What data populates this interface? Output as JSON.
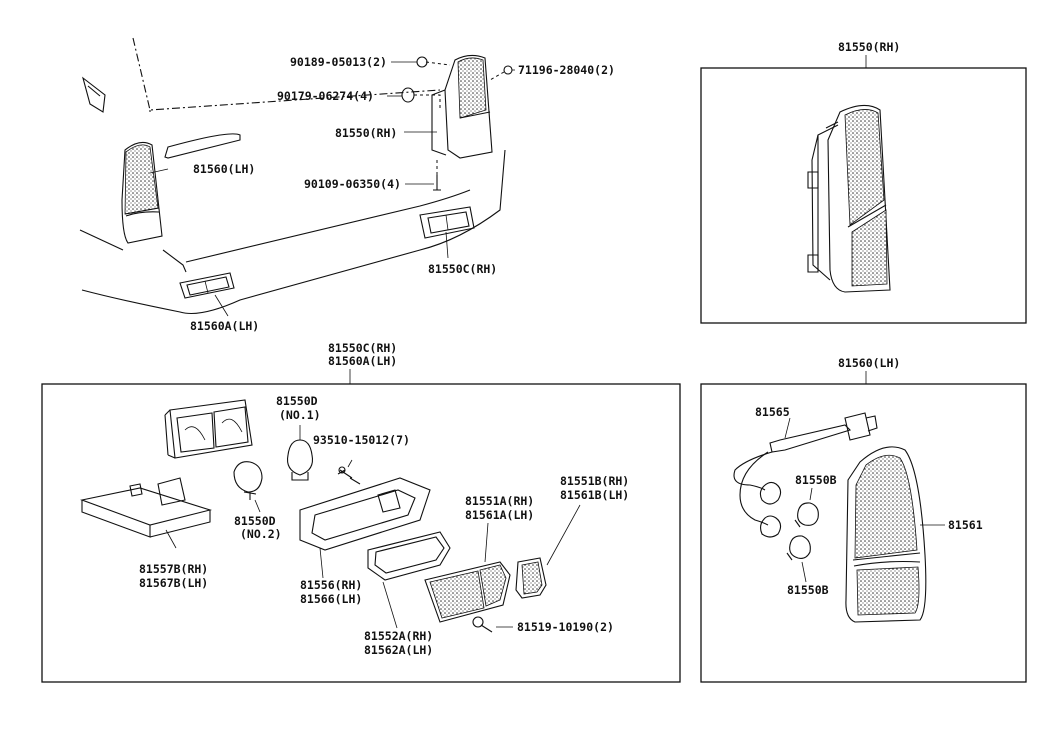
{
  "labels": {
    "top_left": {
      "p90189": "90189-05013(2)",
      "p90179": "90179-06274(4)",
      "p71196": "71196-28040(2)",
      "p81550": "81550(RH)",
      "p81560": "81560(LH)",
      "p90109": "90109-06350(4)",
      "p81550c": "81550C(RH)",
      "p81560a": "81560A(LH)"
    },
    "top_right": {
      "title": "81550(RH)"
    },
    "bottom_left": {
      "title_1": "81550C(RH)",
      "title_2": "81560A(LH)",
      "p81550d_1": "81550D",
      "p81550d_1_sub": "(NO.1)",
      "p93510": "93510-15012(7)",
      "p81550d_2": "81550D",
      "p81550d_2_sub": "(NO.2)",
      "p81557b": "81557B(RH)",
      "p81567b": "81567B(LH)",
      "p81556": "81556(RH)",
      "p81566": "81566(LH)",
      "p81551a": "81551A(RH)",
      "p81561a": "81561A(LH)",
      "p81551b": "81551B(RH)",
      "p81561b": "81561B(LH)",
      "p81552a": "81552A(RH)",
      "p81562a": "81562A(LH)",
      "p81519": "81519-10190(2)"
    },
    "bottom_right": {
      "title": "81560(LH)",
      "p81565": "81565",
      "p81550b_1": "81550B",
      "p81550b_2": "81550B",
      "p81561": "81561"
    }
  }
}
